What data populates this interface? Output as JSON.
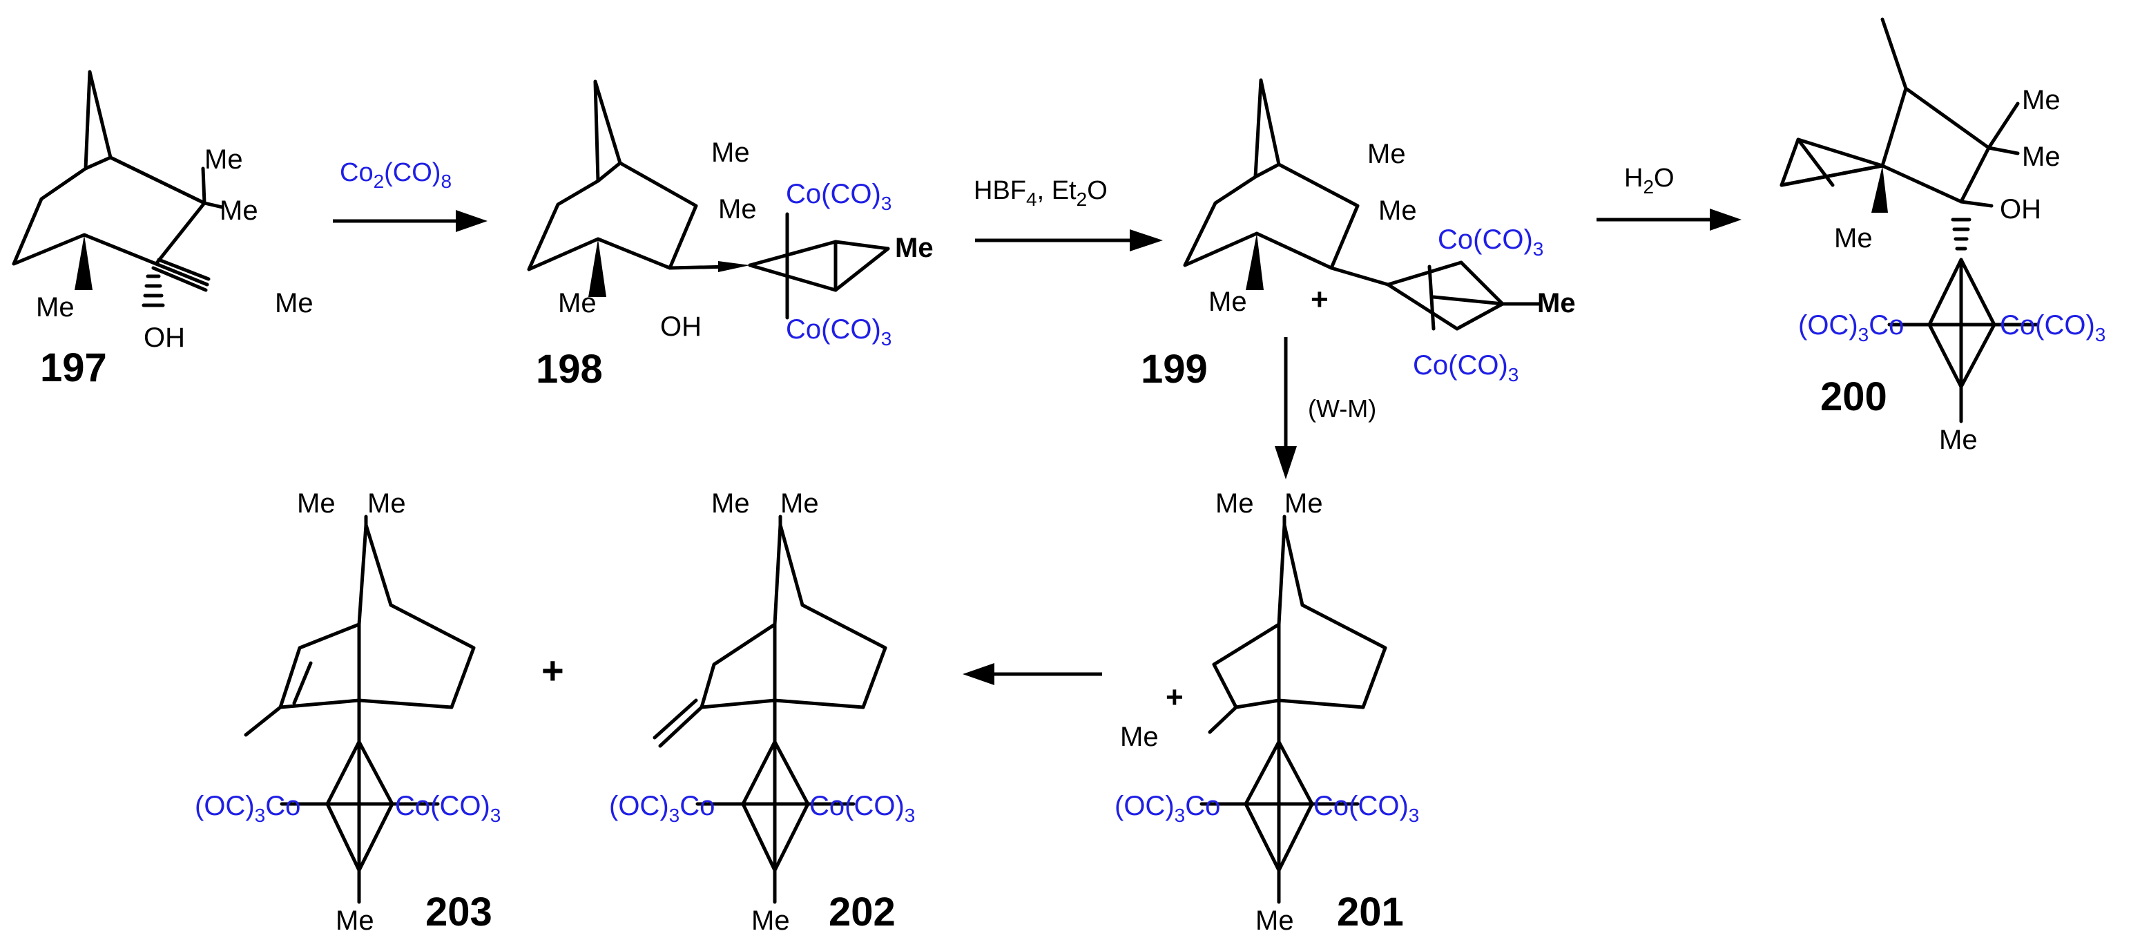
{
  "compounds": {
    "c197": "197",
    "c198": "198",
    "c199": "199",
    "c200": "200",
    "c201": "201",
    "c202": "202",
    "c203": "203"
  },
  "labels": {
    "me": "Me",
    "oh": "OH",
    "co_co3": "Co(CO)",
    "oc3_co": "(OC)",
    "co_after_oc3": "Co",
    "sub3": "3",
    "plus": "+"
  },
  "reagents": {
    "step1_base": "Co",
    "step1_sub1": "2",
    "step1_mid": "(CO)",
    "step1_sub2": "8",
    "step2_a": "HBF",
    "step2_sub4": "4",
    "step2_b": ", Et",
    "step2_sub2": "2",
    "step2_c": "O",
    "step3_a": "H",
    "step3_sub2": "2",
    "step3_b": "O",
    "wm": "(W-M)"
  },
  "colors": {
    "cobalt_label": "#1f1fe6",
    "structure": "#000000",
    "background": "#ffffff"
  }
}
